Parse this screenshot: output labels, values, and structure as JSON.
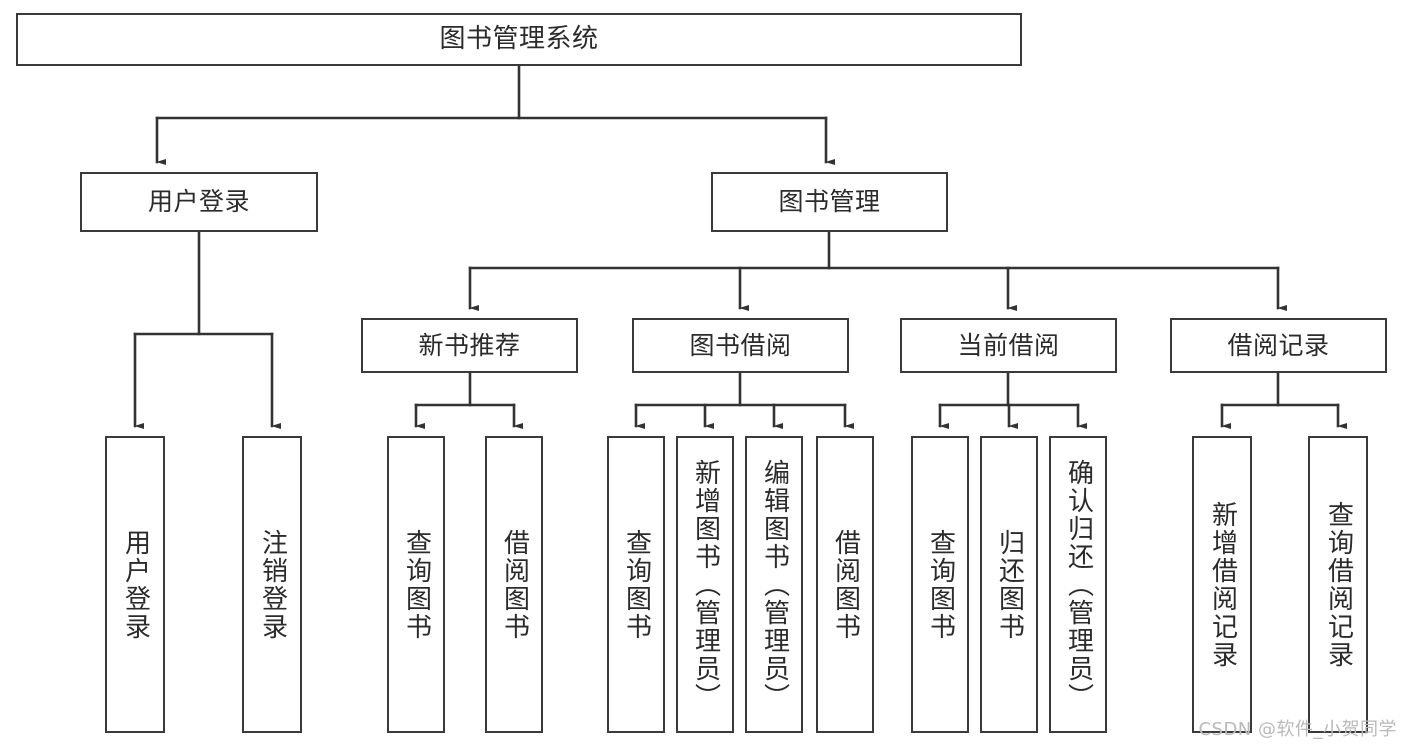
{
  "diagram": {
    "type": "tree-hierarchy-chart",
    "title": "图书管理系统",
    "colors": {
      "box_border": "#3a3a3a",
      "box_fill": "#ffffff",
      "edge": "#333333",
      "text": "#2b2b2b",
      "watermark": "#b9b9b9",
      "background": "#ffffff"
    },
    "root": {
      "label": "图书管理系统"
    },
    "level2": [
      {
        "label": "用户登录"
      },
      {
        "label": "图书管理"
      }
    ],
    "level3": [
      {
        "label": "新书推荐"
      },
      {
        "label": "图书借阅"
      },
      {
        "label": "当前借阅"
      },
      {
        "label": "借阅记录"
      }
    ],
    "leaves": {
      "user_login": [
        {
          "label": "用户登录"
        },
        {
          "label": "注销登录"
        }
      ],
      "new_book_recommend": [
        {
          "label": "查询图书"
        },
        {
          "label": "借阅图书"
        }
      ],
      "book_borrow": [
        {
          "label": "查询图书"
        },
        {
          "label": "新增图书（管理员）"
        },
        {
          "label": "编辑图书（管理员）"
        },
        {
          "label": "借阅图书"
        }
      ],
      "current_borrow": [
        {
          "label": "查询图书"
        },
        {
          "label": "归还图书"
        },
        {
          "label": "确认归还（管理员）"
        }
      ],
      "borrow_record": [
        {
          "label": "新增借阅记录"
        },
        {
          "label": "查询借阅记录"
        }
      ]
    }
  },
  "watermark": {
    "text": "CSDN @软件_小贺同学"
  }
}
